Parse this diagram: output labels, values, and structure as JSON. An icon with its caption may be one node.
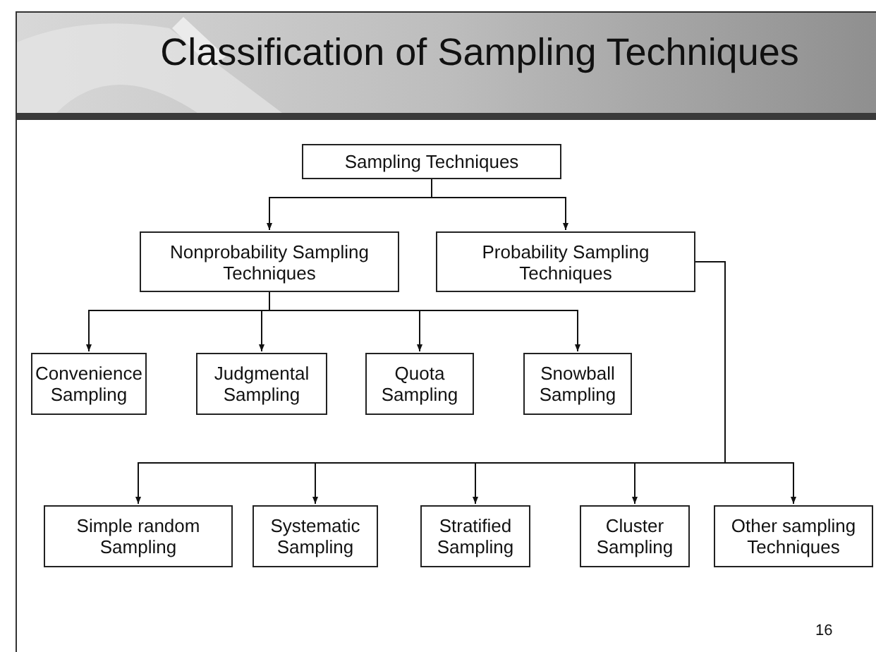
{
  "diagram": {
    "title": "Classification of Sampling Techniques",
    "nodes": [
      {
        "text": [
          "Sampling Techniques"
        ]
      },
      {
        "text": [
          "Nonprobability Sampling Techniques"
        ]
      },
      {
        "text": [
          "Probability Sampling Techniques"
        ]
      },
      {
        "text": [
          "Convenience Sampling"
        ]
      },
      {
        "text": [
          "Judgmental Sampling"
        ]
      },
      {
        "text": [
          "Quota Sampling"
        ]
      },
      {
        "text": [
          "Snowball Sampling"
        ]
      },
      {
        "text": [
          "Simple random Sampling"
        ]
      },
      {
        "text": [
          "Systematic Sampling"
        ]
      },
      {
        "text": [
          "Stratified Sampling"
        ]
      },
      {
        "text": [
          "Cluster Sampling"
        ]
      },
      {
        "text": [
          "Other sampling Techniques"
        ]
      }
    ],
    "edges": [
      {
        "from": 0,
        "to": 1,
        "arrow": "to"
      },
      {
        "from": 0,
        "to": 2,
        "arrow": "to"
      },
      {
        "from": 1,
        "to": 3,
        "arrow": "to"
      },
      {
        "from": 1,
        "to": 4,
        "arrow": "to"
      },
      {
        "from": 1,
        "to": 5,
        "arrow": "to"
      },
      {
        "from": 1,
        "to": 6,
        "arrow": "to"
      },
      {
        "from": 2,
        "to": 7,
        "arrow": "to"
      },
      {
        "from": 2,
        "to": 8,
        "arrow": "to"
      },
      {
        "from": 2,
        "to": 9,
        "arrow": "to"
      },
      {
        "from": 2,
        "to": 10,
        "arrow": "to"
      },
      {
        "from": 2,
        "to": 11,
        "arrow": "to"
      }
    ],
    "labels": [
      "16"
    ]
  }
}
